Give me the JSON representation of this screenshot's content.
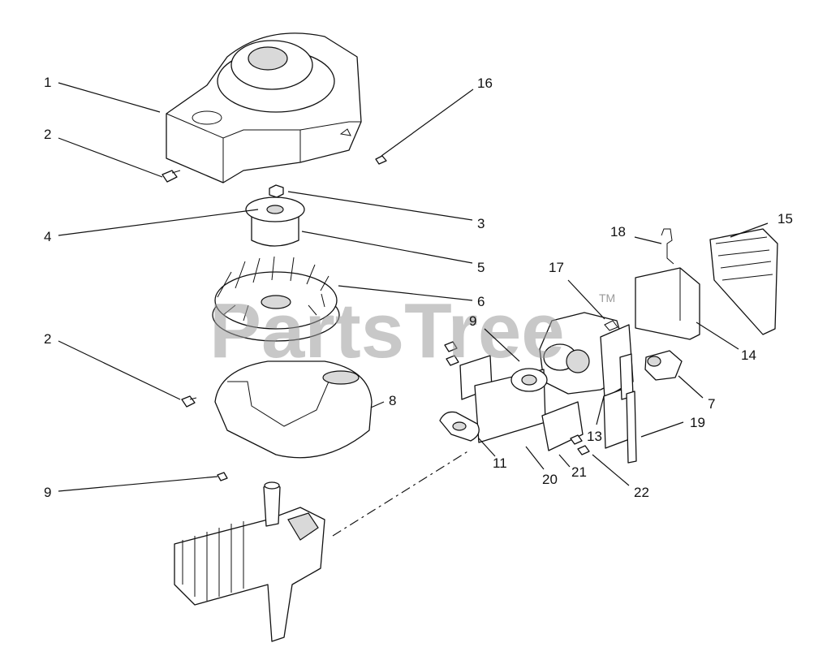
{
  "watermark": {
    "text": "PartsTree",
    "trademark": "TM"
  },
  "callouts": {
    "c1": "1",
    "c2a": "2",
    "c16": "16",
    "c3": "3",
    "c4": "4",
    "c5": "5",
    "c6": "6",
    "c2b": "2",
    "c8": "8",
    "c9a": "9",
    "c9b": "9",
    "c17": "17",
    "c18": "18",
    "c15": "15",
    "c14": "14",
    "c7": "7",
    "c19": "19",
    "c13": "13",
    "c11": "11",
    "c20": "20",
    "c21": "21",
    "c22": "22"
  }
}
